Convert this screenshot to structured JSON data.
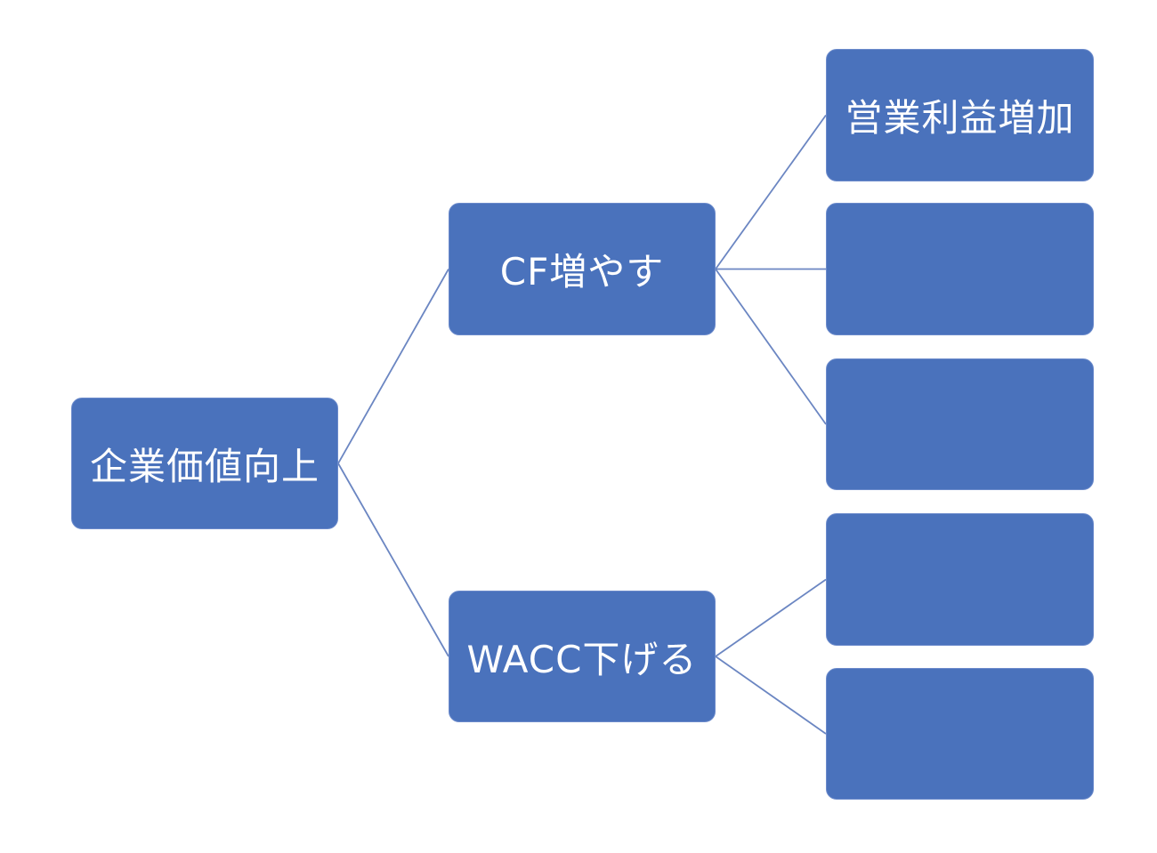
{
  "diagram": {
    "type": "logic-tree",
    "fill_color": "#4a72bc",
    "line_color": "#6b86c2",
    "text_color": "#ffffff",
    "root": {
      "label": "企業価値向上"
    },
    "branches": [
      {
        "label": "CF増やす",
        "children": [
          {
            "label": "営業利益増加"
          },
          {
            "label": ""
          },
          {
            "label": ""
          }
        ]
      },
      {
        "label": "WACC下げる",
        "children": [
          {
            "label": ""
          },
          {
            "label": ""
          }
        ]
      }
    ]
  }
}
